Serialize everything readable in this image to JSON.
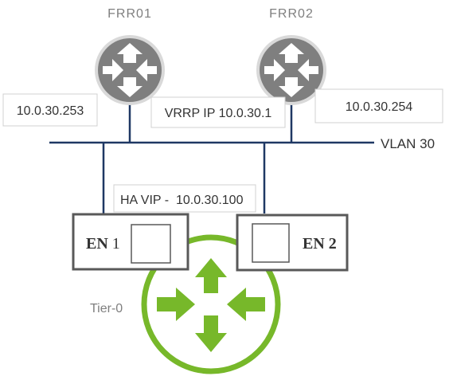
{
  "routers": [
    {
      "name": "FRR01",
      "ip": "10.0.30.253"
    },
    {
      "name": "FRR02",
      "ip": "10.0.30.254"
    }
  ],
  "vrrp_label": "VRRP IP 10.0.30.1",
  "vlan_label": "VLAN 30",
  "ha_vip_label": "HA VIP -  10.0.30.100",
  "edge_nodes": [
    {
      "bold": "EN",
      "num": " 1"
    },
    {
      "bold": "EN",
      "num": " 2"
    }
  ],
  "tier0_label": "Tier-0",
  "colors": {
    "router_fill": "#7f7f7f",
    "router_ring": "#d9d9d9",
    "arrow": "#ffffff",
    "network_line": "#1f3864",
    "edge_border": "#595959",
    "tier0_green": "#77b82a",
    "text": "#333333",
    "label_text": "#7f7f7f",
    "box_border": "#d0d0d0"
  },
  "icons": {
    "router": "router-four-arrows-icon",
    "tier0": "tier0-router-icon"
  }
}
